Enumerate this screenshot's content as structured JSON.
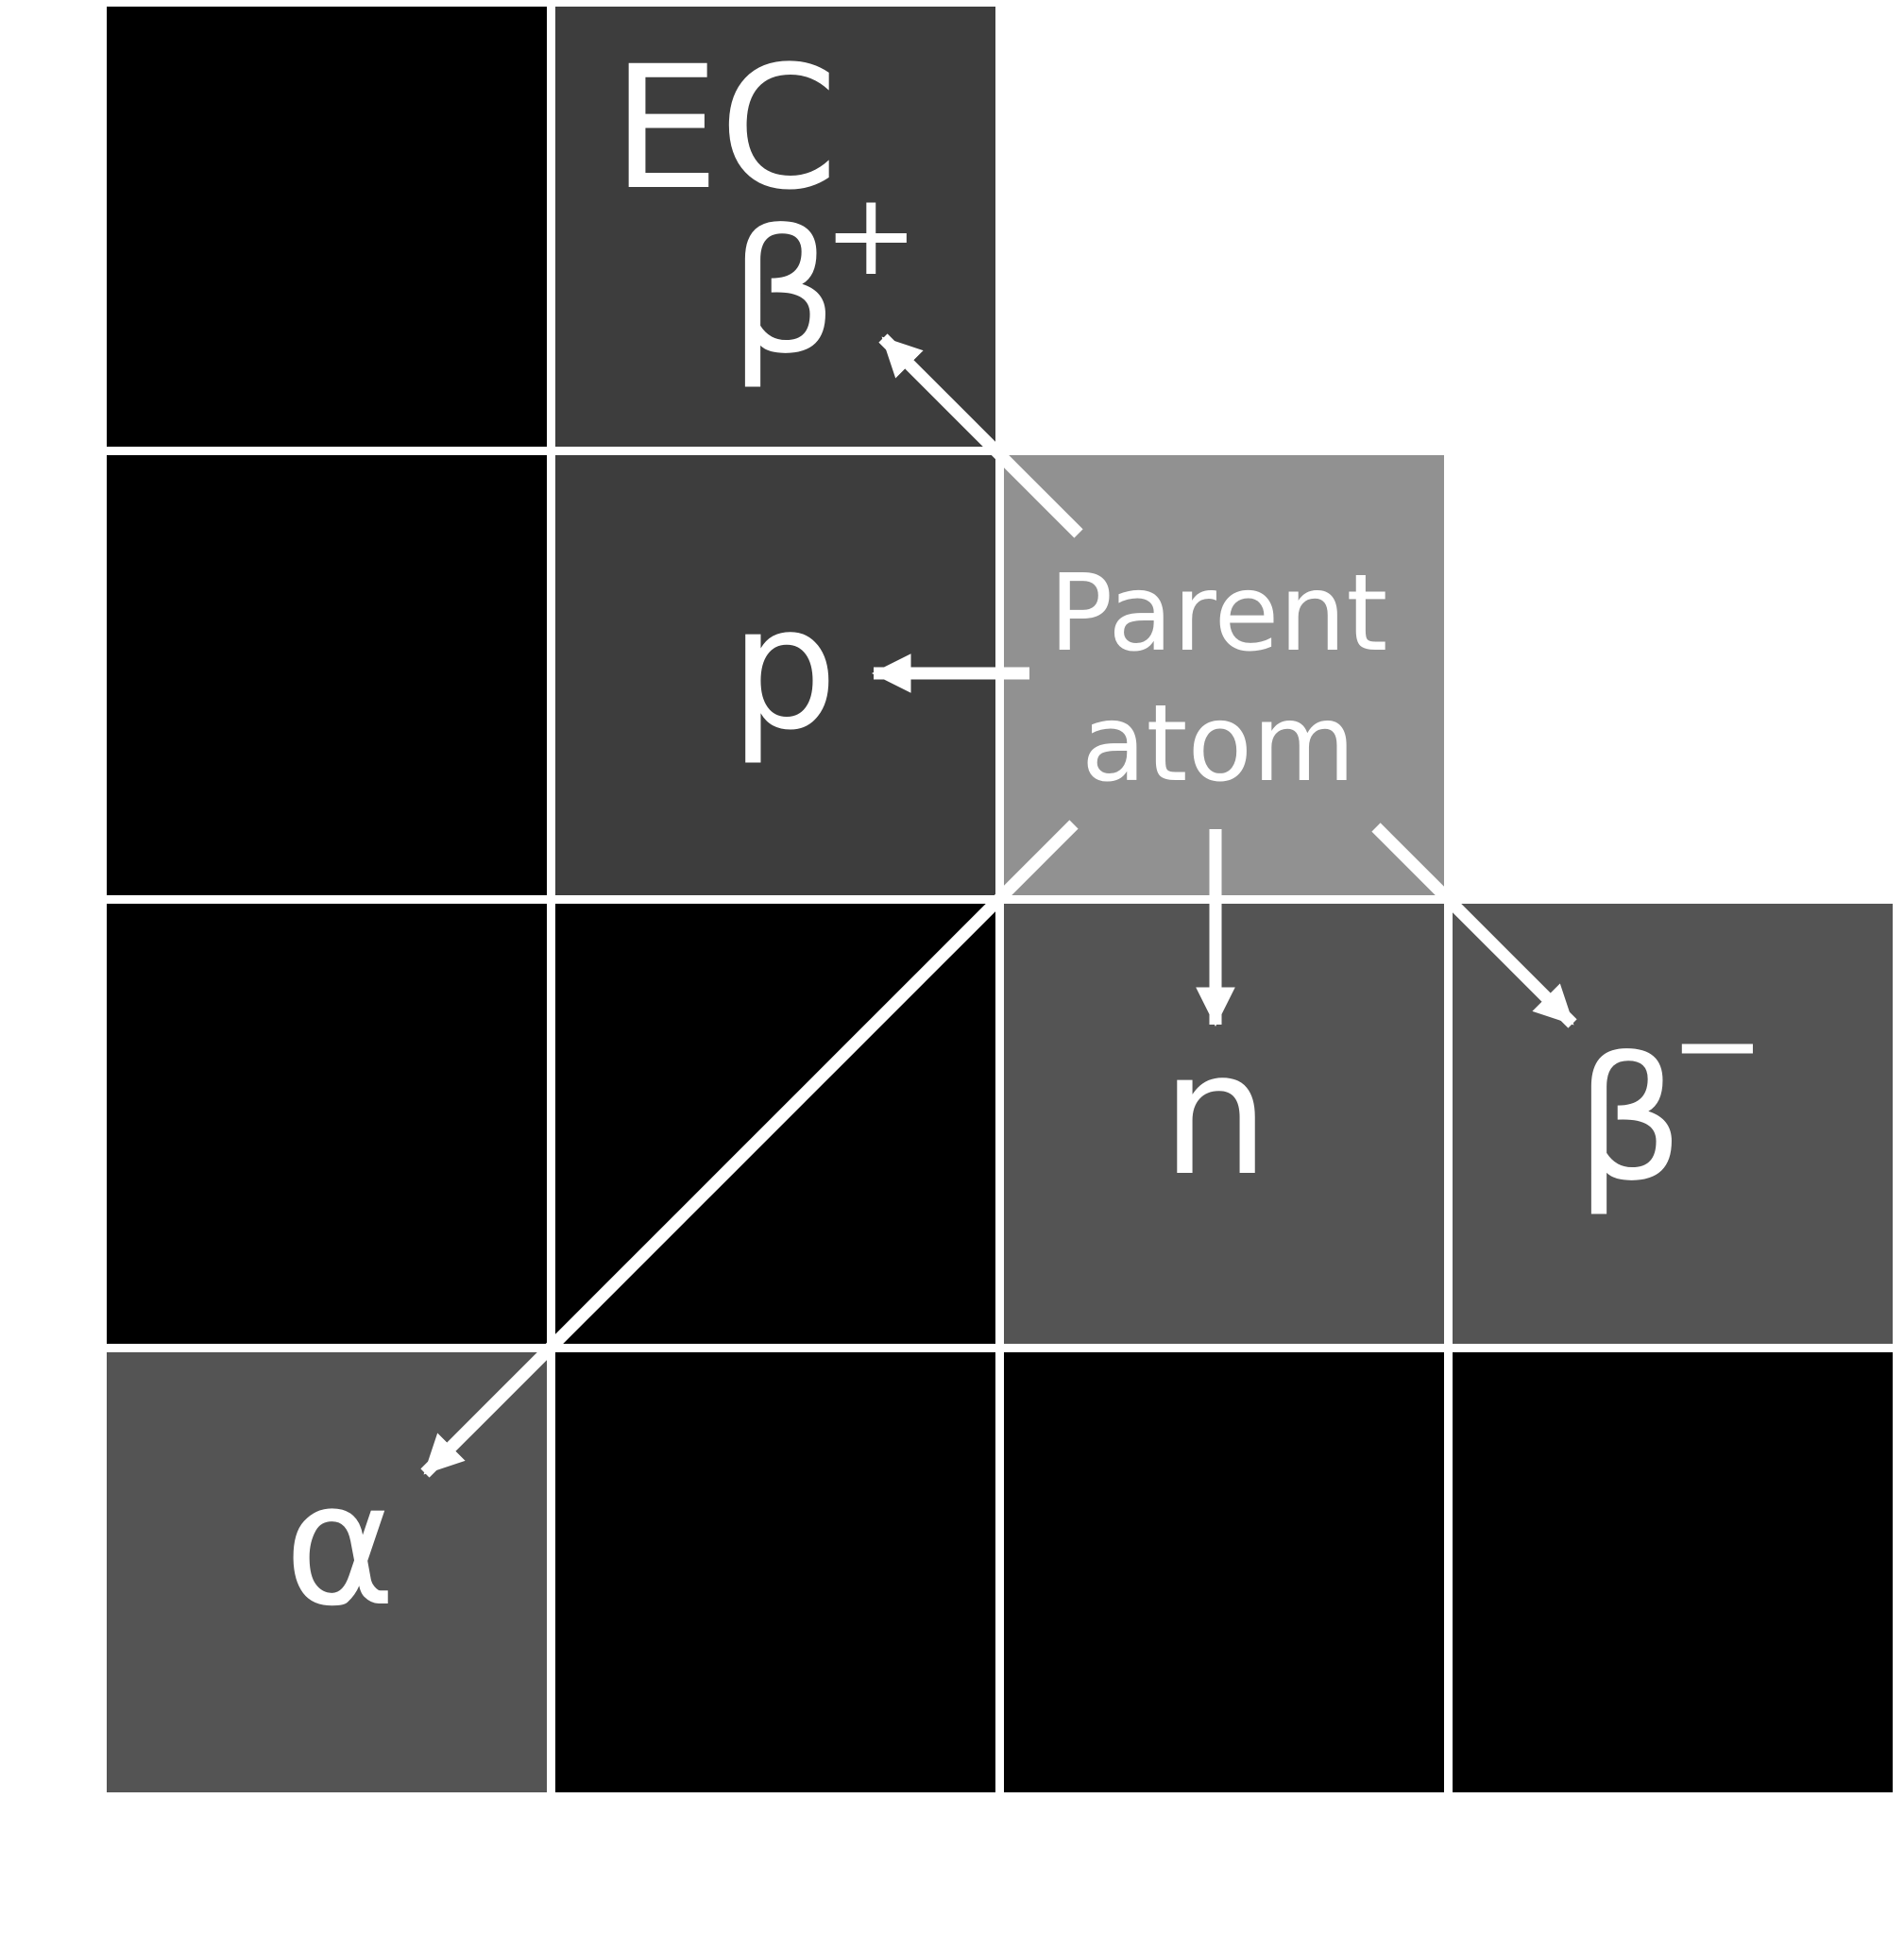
{
  "colors": {
    "background": "#ffffff",
    "empty_cell": "#000000",
    "parent_cell": "#919191",
    "daughter_cell_upper": "#3d3d3d",
    "daughter_cell_lower": "#545454",
    "arrow": "#ffffff",
    "label": "#ffffff"
  },
  "grid": {
    "rows": 4,
    "cols": 4
  },
  "cells": [
    {
      "name": "cell-ec-beta-plus",
      "row": 0,
      "col": 1,
      "fill": "#3d3d3d"
    },
    {
      "name": "cell-proton",
      "row": 1,
      "col": 1,
      "fill": "#3d3d3d"
    },
    {
      "name": "cell-parent",
      "row": 1,
      "col": 2,
      "fill": "#919191"
    },
    {
      "name": "cell-neutron",
      "row": 2,
      "col": 2,
      "fill": "#545454"
    },
    {
      "name": "cell-beta-minus",
      "row": 2,
      "col": 3,
      "fill": "#545454"
    },
    {
      "name": "cell-alpha",
      "row": 3,
      "col": 0,
      "fill": "#545454"
    }
  ],
  "labels": {
    "ec": "EC",
    "beta_plus": "β",
    "beta_plus_sup": "+",
    "proton": "p",
    "parent_line1": "Parent",
    "parent_line2": "atom",
    "neutron": "n",
    "beta_minus": "β",
    "beta_minus_sup": "−",
    "alpha": "α"
  }
}
